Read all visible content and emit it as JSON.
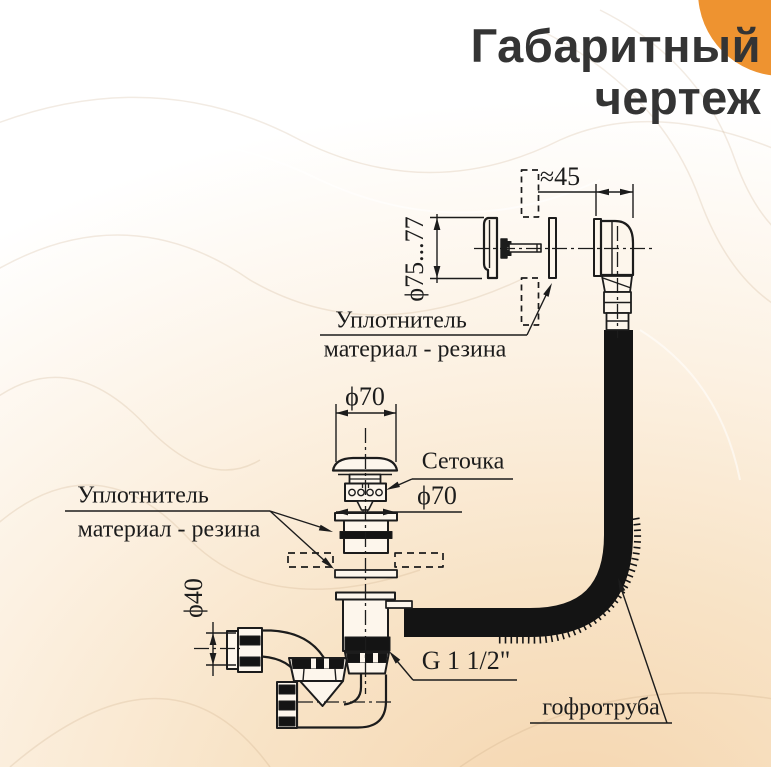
{
  "title": {
    "line1": "Габаритный",
    "line2": "чертеж"
  },
  "labels": {
    "dim_45": "≈45",
    "dim_75_77": "ϕ75...77",
    "seal_top_line1": "Уплотнитель",
    "seal_top_line2": "материал - резина",
    "dim_70_top": "ϕ70",
    "strainer": "Сеточка",
    "dim_70_mid": "ϕ70",
    "seal_left_line1": "Уплотнитель",
    "seal_left_line2": "материал - резина",
    "dim_40": "ϕ40",
    "thread": "G 1 1/2\"",
    "corrugated": "гофротруба"
  },
  "colors": {
    "accent_orange": "#ee9330",
    "line": "#1c1c1c",
    "title_text": "#343434"
  }
}
